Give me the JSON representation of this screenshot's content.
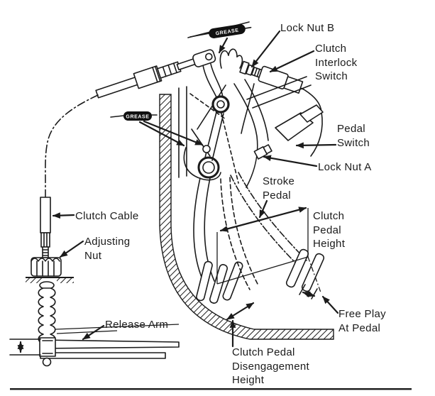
{
  "figure": {
    "description": "Clutch pedal and cable adjustment diagram",
    "background": "#ffffff",
    "ink": "#1b1b1b",
    "tag_fill": "#111111",
    "tag_text_color": "#ffffff"
  },
  "labels": {
    "lock_nut_b": {
      "text": "Lock Nut B"
    },
    "clutch_interlock_switch": {
      "lines": [
        "Clutch",
        "Interlock",
        "Switch"
      ]
    },
    "pedal_switch": {
      "lines": [
        "Pedal",
        "Switch"
      ]
    },
    "lock_nut_a": {
      "text": "Lock Nut A"
    },
    "stroke_pedal": {
      "lines": [
        "Stroke",
        "Pedal"
      ]
    },
    "clutch_pedal_height": {
      "lines": [
        "Clutch",
        "Pedal",
        "Height"
      ]
    },
    "clutch_cable": {
      "text": "Clutch Cable"
    },
    "adjusting_nut": {
      "lines": [
        "Adjusting",
        "Nut"
      ]
    },
    "release_arm": {
      "text": "Release Arm"
    },
    "free_play_at_pedal": {
      "lines": [
        "Free Play",
        "At Pedal"
      ]
    },
    "clutch_pedal_disengagement_height": {
      "lines": [
        "Clutch Pedal",
        "Disengagement",
        "Height"
      ]
    },
    "grease_tag": {
      "text": "GREASE"
    }
  }
}
